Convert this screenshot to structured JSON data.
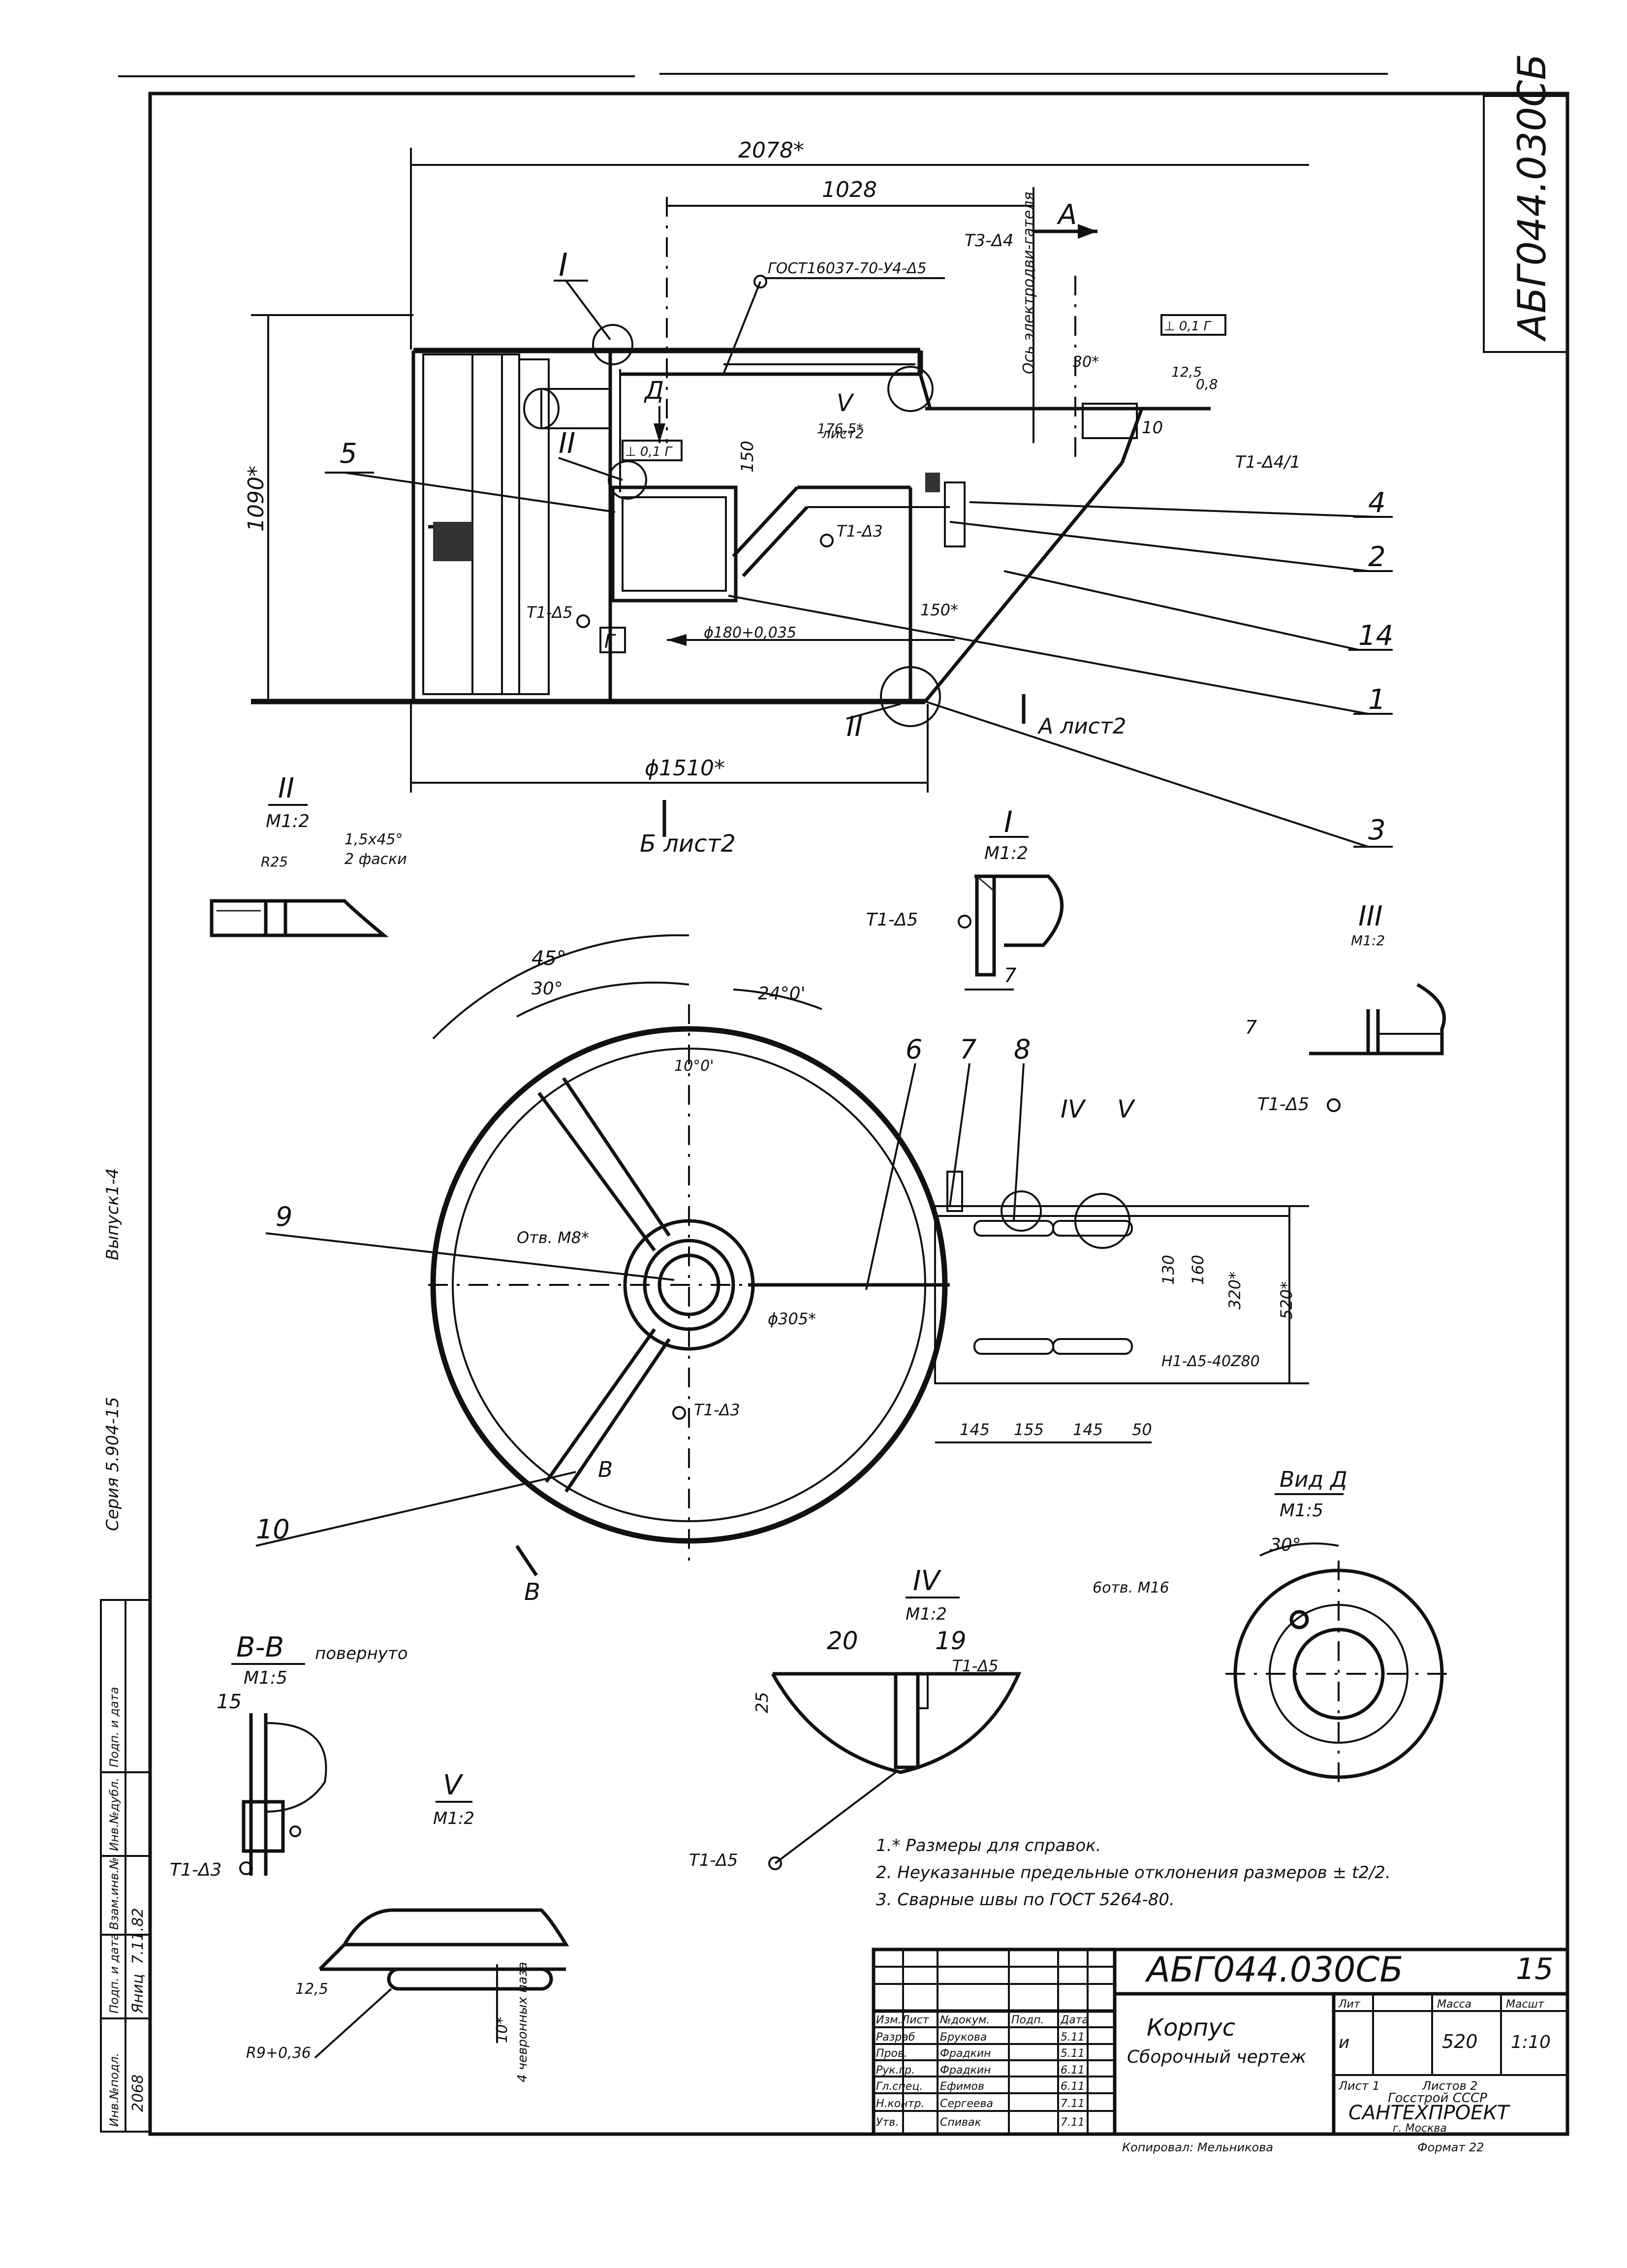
{
  "stamp_code": "АБГ044.030СБ",
  "sheet_number": "15",
  "top_view": {
    "dims": {
      "overall_width": "2078*",
      "half_width": "1028",
      "height": "1090*",
      "diameter": "ϕ1510*",
      "d150": "150",
      "d150b": "150*",
      "d176": "176,5*",
      "bore": "ϕ180+0,035",
      "d10": "10",
      "d30": "30*",
      "d12": "12,5",
      "d08": "0,8"
    },
    "labels": {
      "weld_gost": "ГОСТ16037-70-У4-Δ5",
      "weld_t3": "Т3-Δ4",
      "weld_t1_3": "Т1-Δ3",
      "weld_t1_5": "Т1-Δ5",
      "weld_t1_1": "Т1-Δ4/1",
      "axis_motor": "Ось электродви-гателя",
      "tol_top": "⊥ 0,1 Г",
      "tol_mid": "⊥ 0,1 Г",
      "section_A": "А",
      "section_A_sheet": "А лист2",
      "section_B_sheet": "Б лист2",
      "view_D": "Д",
      "base_G": "Г",
      "mark_I": "I",
      "mark_II": "II",
      "mark_II_b": "II",
      "detail_V": "V",
      "detail_V_sheet": "лист2"
    },
    "positions": [
      "5",
      "4",
      "2",
      "14",
      "1",
      "3"
    ]
  },
  "detail_II": {
    "title": "II",
    "scale": "М1:2",
    "chamfer": "1,5x45°",
    "chamfer_note": "2 фаски",
    "r": "R25"
  },
  "detail_I": {
    "title": "I",
    "scale": "М1:2",
    "weld": "Т1-Δ5",
    "dim": "7"
  },
  "detail_III": {
    "title": "III",
    "scale": "М1:2",
    "weld": "Т1-Δ5",
    "dim": "7"
  },
  "plan_view": {
    "angles": {
      "a45": "45°",
      "a30": "30°",
      "a24": "24°0'",
      "a10": "10°0'"
    },
    "holes": "Отв. М8*",
    "diam": "ϕ305*",
    "weld_t1_3": "Т1-Δ3",
    "weld_h1": "Н1-Δ5-40Z80",
    "section_B": "В",
    "section_B2": "В",
    "dims": {
      "d130": "130",
      "d160": "160",
      "d320": "320*",
      "d520": "520*",
      "d145a": "145",
      "d155": "155",
      "d145b": "145",
      "d50": "50"
    },
    "positions": {
      "p6": "6",
      "p7": "7",
      "p8": "8",
      "p9": "9",
      "p10": "10",
      "pIV": "IV",
      "pV": "V"
    }
  },
  "view_D": {
    "title": "Вид Д",
    "scale": "М1:5",
    "angle": "30°",
    "holes": "6отв. М16"
  },
  "section_BB": {
    "title": "В-В",
    "note": "повернуто",
    "scale": "М1:5",
    "dim": "15",
    "weld": "Т1-Δ3"
  },
  "detail_IV": {
    "title": "IV",
    "scale": "М1:2",
    "p20": "20",
    "p19": "19",
    "weld_top": "Т1-Δ5",
    "weld_bot": "Т1-Δ5",
    "dim": "25"
  },
  "detail_V": {
    "title": "V",
    "scale": "М1:2",
    "r": "R9+0,36",
    "rough": "12,5",
    "note": "10*",
    "note2": "4 чевронных паза"
  },
  "notes": [
    "1.* Размеры для справок.",
    "2. Неуказанные предельные отклонения размеров ± t2/2.",
    "3. Сварные швы по ГОСТ 5264-80."
  ],
  "side_labels": {
    "series": "Серия 5.904-15",
    "issue": "Выпуск1-4"
  },
  "left_stamp": {
    "cols": [
      "Инв.№подл.",
      "Подп. и дата",
      "Взам.инв.№",
      "Инв.№дубл.",
      "Подп. и дата"
    ],
    "inv": "2068",
    "date": "7.11.82",
    "sign": "Яниц"
  },
  "title_block": {
    "name": "Корпус",
    "subtitle": "Сборочный чертеж",
    "lit_label": "Лит",
    "mass_label": "Масса",
    "scale_label": "Масшт",
    "lit": "и",
    "mass": "520",
    "scale": "1:10",
    "sheet_label": "Лист 1",
    "sheets_label": "Листов 2",
    "org1": "Госстрой СССР",
    "org2": "САНТЕХПРОЕКТ",
    "org3": "г. Москва",
    "rows": [
      {
        "role": "Изм.Лист",
        "name": "№докум.",
        "sign": "Подп.",
        "date": "Дата"
      },
      {
        "role": "Разраб",
        "name": "Брукова",
        "sign": "",
        "date": "5.11"
      },
      {
        "role": "Пров.",
        "name": "Фрадкин",
        "sign": "",
        "date": "5.11"
      },
      {
        "role": "Рук.гр.",
        "name": "Фрадкин",
        "sign": "",
        "date": "6.11"
      },
      {
        "role": "Гл.спец.",
        "name": "Ефимов",
        "sign": "",
        "date": "6.11"
      },
      {
        "role": "Н.контр.",
        "name": "Сергеева",
        "sign": "",
        "date": "7.11"
      },
      {
        "role": "Утв.",
        "name": "Спивак",
        "sign": "",
        "date": "7.11"
      }
    ],
    "copied": "Копировал: Мельникова",
    "format": "Формат 22"
  }
}
